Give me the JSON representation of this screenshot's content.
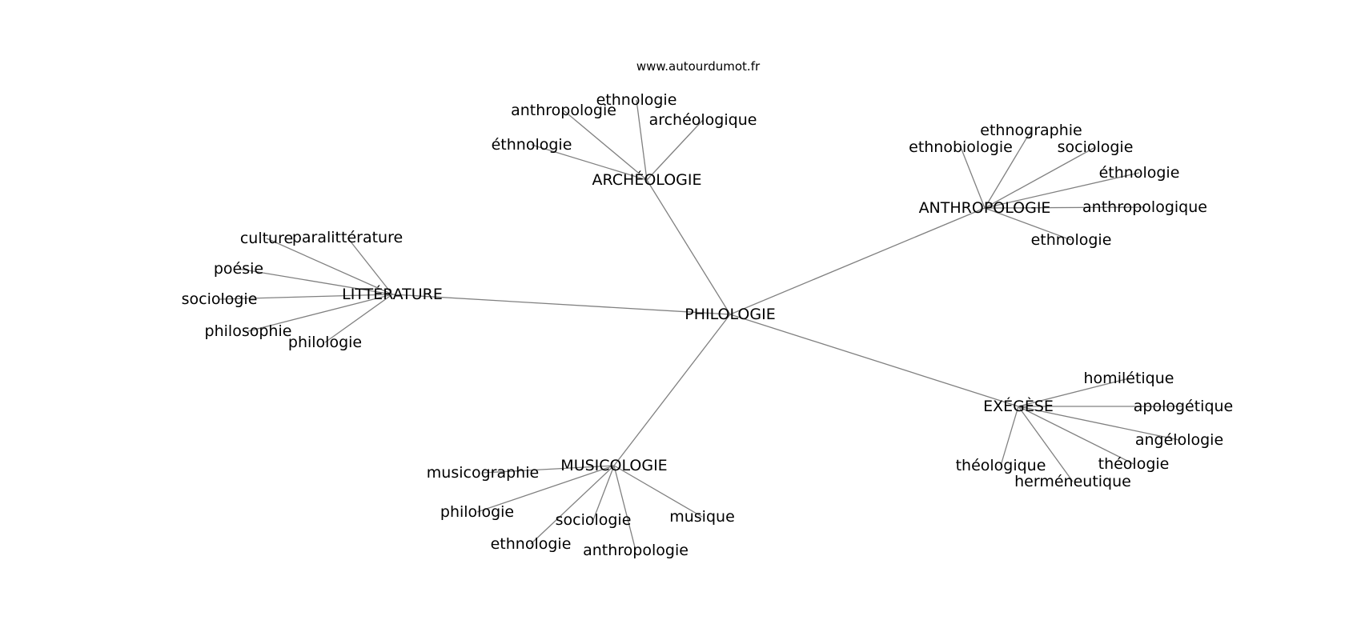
{
  "source": "www.autourdumot.fr",
  "colors": {
    "edge": "#808080",
    "text": "#000000",
    "background": "#ffffff"
  },
  "graph": {
    "center": "PHILOLOGIE",
    "hubs": [
      {
        "id": "archeologie",
        "label": "ARCHÉOLOGIE",
        "children": [
          "anthropologie",
          "ethnologie",
          "archéologique",
          "éthnologie"
        ]
      },
      {
        "id": "anthropologie",
        "label": "ANTHROPOLOGIE",
        "children": [
          "ethnographie",
          "ethnobiologie",
          "sociologie",
          "éthnologie",
          "anthropologique",
          "ethnologie"
        ]
      },
      {
        "id": "litterature",
        "label": "LITTÉRATURE",
        "children": [
          "culture",
          "paralittérature",
          "poésie",
          "sociologie",
          "philosophie",
          "philologie"
        ]
      },
      {
        "id": "exegese",
        "label": "EXÉGÈSE",
        "children": [
          "homilétique",
          "apologétique",
          "angélologie",
          "théologie",
          "théologique",
          "herméneutique"
        ]
      },
      {
        "id": "musicologie",
        "label": "MUSICOLOGIE",
        "children": [
          "musicographie",
          "philologie",
          "sociologie",
          "musique",
          "ethnologie",
          "anthropologie"
        ]
      }
    ]
  }
}
